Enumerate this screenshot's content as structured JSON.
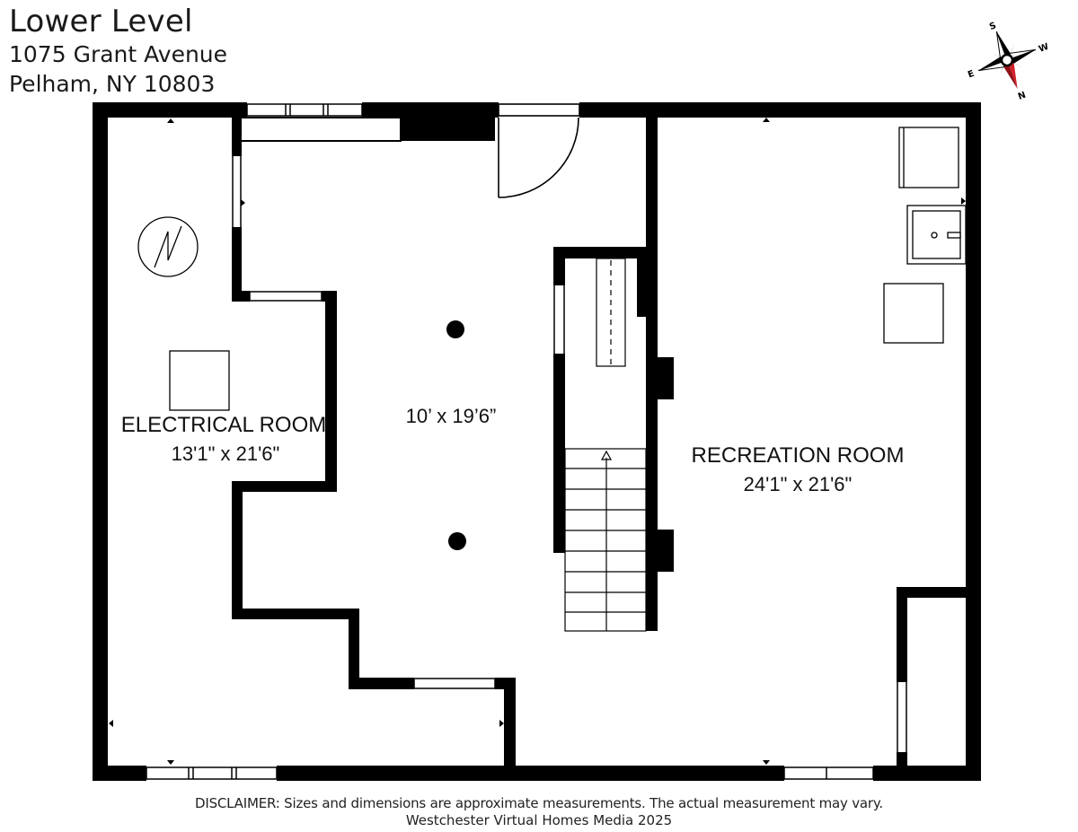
{
  "header": {
    "title": "Lower Level",
    "address_line1": "1075 Grant Avenue",
    "address_line2": "Pelham, NY 10803"
  },
  "compass": {
    "labels": {
      "n": "N",
      "s": "S",
      "e": "E",
      "w": "W"
    },
    "accent_color": "#d0232a"
  },
  "rooms": {
    "electrical": {
      "name": "ELECTRICAL ROOM",
      "size": "13'1\" x 21'6\""
    },
    "center": {
      "size": "10’ x 19’6”"
    },
    "recreation": {
      "name": "RECREATION ROOM",
      "size": "24'1\" x 21'6\""
    }
  },
  "footer": {
    "disclaimer": "DISCLAIMER: Sizes and dimensions are approximate measurements. The actual measurement may vary.",
    "credit": "Westchester Virtual Homes Media 2025"
  },
  "colors": {
    "wall": "#000000",
    "background": "#ffffff",
    "text": "#111111"
  }
}
